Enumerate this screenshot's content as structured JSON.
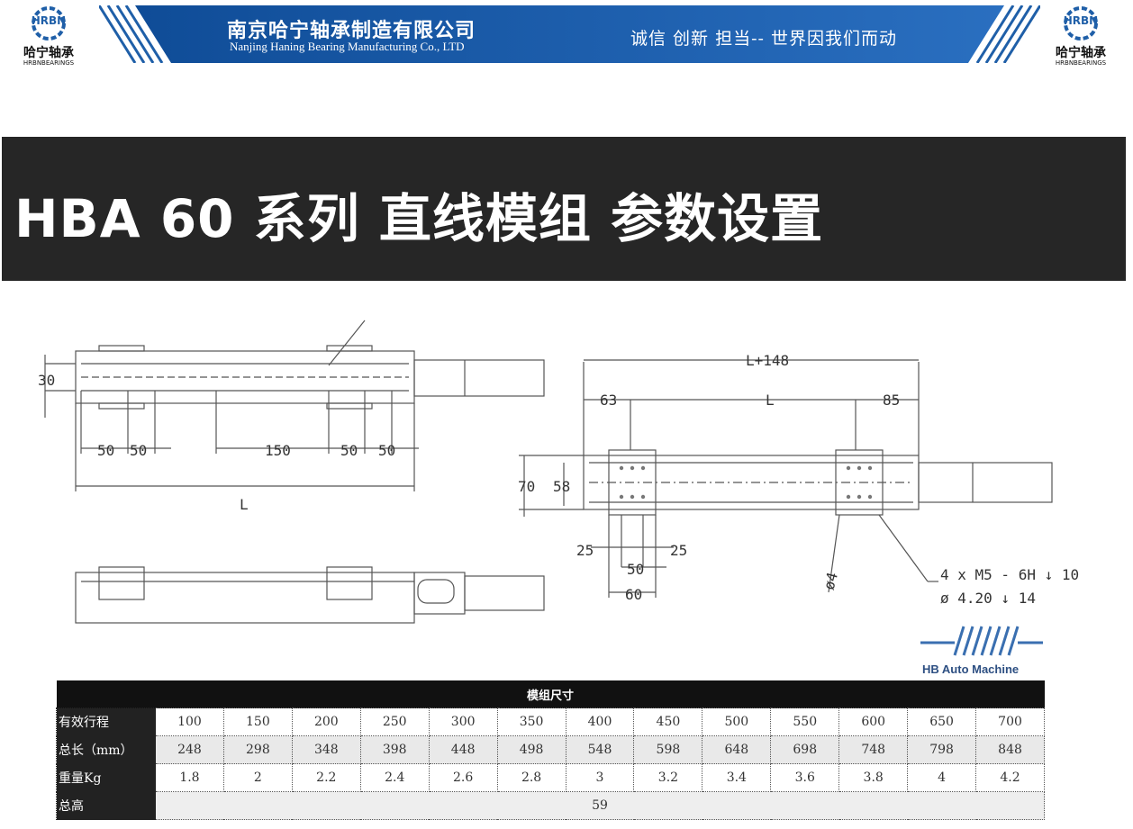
{
  "header": {
    "logo_mark": "HRBN",
    "logo_cn": "哈宁轴承",
    "logo_en": "HRBNBEARINGS",
    "company_cn": "南京哈宁轴承制造有限公司",
    "company_en": "Nanjing Haning Bearing Manufacturing Co., LTD",
    "slogan": "诚信 创新 担当-- 世界因我们而动",
    "band_color": "#1f5fa8"
  },
  "title": "HBA 60 系列 直线模组 参数设置",
  "drawing": {
    "dim_30": "30",
    "dim_50a": "50",
    "dim_50b": "50",
    "dim_150": "150",
    "dim_50c": "50",
    "dim_50d": "50",
    "dim_L": "L",
    "dim_L148": "L+148",
    "dim_63": "63",
    "dim_L2": "L",
    "dim_85": "85",
    "dim_70": "70",
    "dim_58": "58",
    "dim_25a": "25",
    "dim_25b": "25",
    "dim_50e": "50",
    "dim_60": "60",
    "dim_phi4": "ø4",
    "note1": "4 x  M5 - 6H ↓ 10",
    "note2": "ø 4.20 ↓ 14",
    "brand": "HB Auto Machine"
  },
  "spec": {
    "caption": "模组尺寸",
    "stroke_label": "有效行程",
    "stroke": [
      "100",
      "150",
      "200",
      "250",
      "300",
      "350",
      "400",
      "450",
      "500",
      "550",
      "600",
      "650",
      "700"
    ],
    "length_label": "总长（mm）",
    "length": [
      "248",
      "298",
      "348",
      "398",
      "448",
      "498",
      "548",
      "598",
      "648",
      "698",
      "748",
      "798",
      "848"
    ],
    "weight_label": "重量Kg",
    "weight": [
      "1.8",
      "2",
      "2.2",
      "2.4",
      "2.6",
      "2.8",
      "3",
      "3.2",
      "3.4",
      "3.6",
      "3.8",
      "4",
      "4.2"
    ],
    "height_label": "总高",
    "height": "59"
  }
}
